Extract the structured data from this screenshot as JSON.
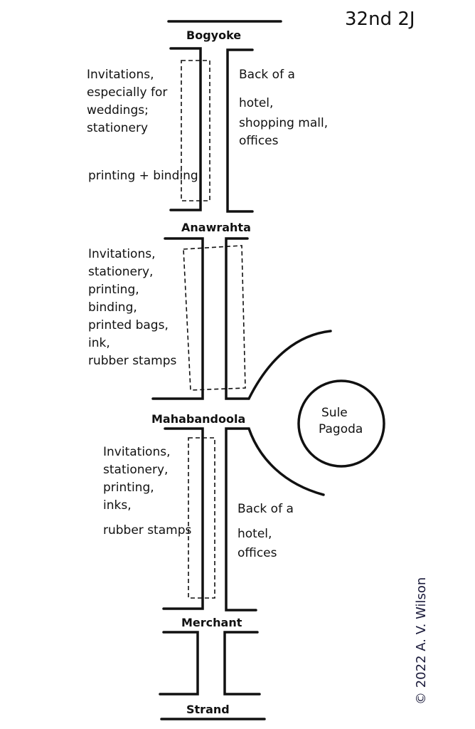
{
  "title": "32nd 2J",
  "streets": {
    "top": "Bogyoke",
    "second": "Anawrahta",
    "third": "Mahabandoola",
    "fourth": "Merchant",
    "bottom": "Strand"
  },
  "landmark": [
    "Sule",
    "Pagoda"
  ],
  "blocks": [
    {
      "left": [
        "Invitations,",
        "especially for",
        "weddings;",
        "stationery"
      ],
      "left_extra": "printing + binding",
      "right": [
        "Back of a",
        "hotel,",
        "shopping mall,",
        "offices"
      ]
    },
    {
      "left": [
        "Invitations,",
        "stationery,",
        "printing,",
        "binding,",
        "printed bags,",
        "ink,",
        "rubber stamps"
      ]
    },
    {
      "left": [
        "Invitations,",
        "stationery,",
        "printing,",
        "inks,",
        "rubber stamps"
      ],
      "right": [
        "Back of a",
        "hotel,",
        "offices"
      ]
    }
  ],
  "signature": "© 2022 A. V. Wilson"
}
